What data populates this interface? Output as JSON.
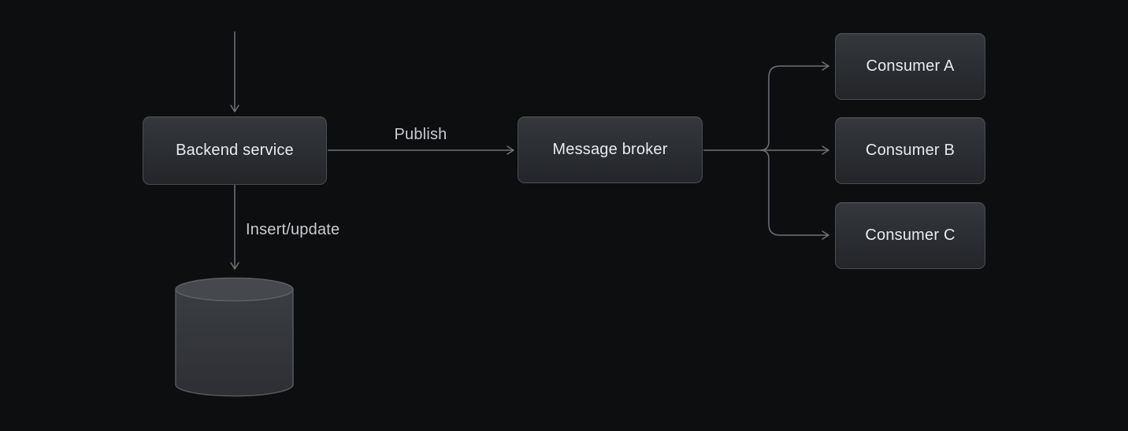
{
  "diagram": {
    "nodes": {
      "backend": {
        "label": "Backend service"
      },
      "broker": {
        "label": "Message broker"
      },
      "consumer_a": {
        "label": "Consumer A"
      },
      "consumer_b": {
        "label": "Consumer B"
      },
      "consumer_c": {
        "label": "Consumer C"
      },
      "database": {
        "icon": "database-cylinder-icon"
      }
    },
    "edges": {
      "incoming_top": {
        "label": "",
        "from": "outside-top",
        "to": "Backend service"
      },
      "publish": {
        "label": "Publish",
        "from": "Backend service",
        "to": "Message broker"
      },
      "insert_update": {
        "label": "Insert/update",
        "from": "Backend service",
        "to": "database"
      },
      "fanout": {
        "label": "",
        "from": "Message broker",
        "to": [
          "Consumer A",
          "Consumer B",
          "Consumer C"
        ]
      }
    },
    "colors": {
      "background": "#0d0e10",
      "node_fill_top": "#34373c",
      "node_fill_bottom": "#232529",
      "node_border": "#494d53",
      "node_text": "#e9ebed",
      "edge_line": "#6f7277",
      "edge_label_text": "#c9ccd0",
      "cylinder_top": "#45484d",
      "cylinder_body_top": "#3a3d42",
      "cylinder_body_bottom": "#2d2f34",
      "cylinder_stroke": "#55585d"
    }
  }
}
